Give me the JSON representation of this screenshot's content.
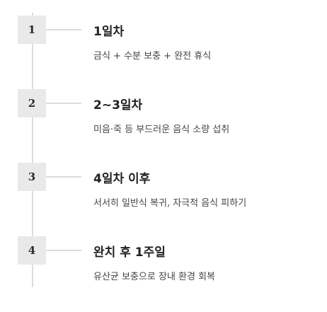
{
  "steps": [
    {
      "number": "1",
      "title": "1일차",
      "description": "금식 + 수분 보충 + 완전 휴식"
    },
    {
      "number": "2",
      "title": "2~3일차",
      "description": "미음·죽 등 부드러운 음식 소량 섭취"
    },
    {
      "number": "3",
      "title": "4일차 이후",
      "description": "서서히 일반식 복귀, 자극적 음식 피하기"
    },
    {
      "number": "4",
      "title": "완치 후 1주일",
      "description": "유산균 보충으로 장내 환경 회복"
    }
  ]
}
